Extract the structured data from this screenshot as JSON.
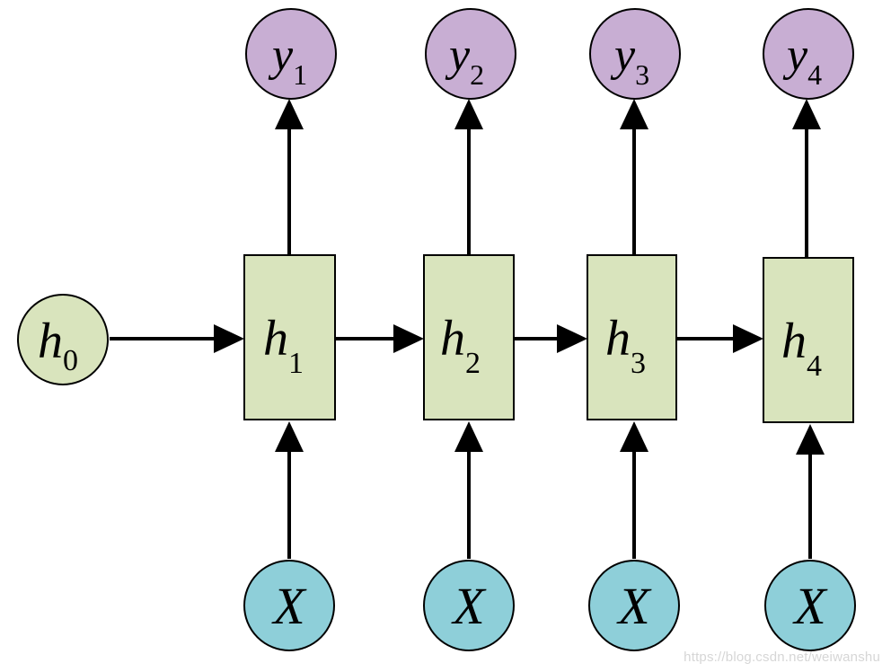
{
  "diagram": {
    "colors": {
      "hidden_fill": "#d9e4bd",
      "output_fill": "#c8aed3",
      "input_fill": "#8ecfd9",
      "initial_fill": "#d9e4bd",
      "stroke": "#000000"
    },
    "initial_state": {
      "symbol": "h",
      "sub": "0"
    },
    "hidden": [
      {
        "symbol": "h",
        "sub": "1"
      },
      {
        "symbol": "h",
        "sub": "2"
      },
      {
        "symbol": "h",
        "sub": "3"
      },
      {
        "symbol": "h",
        "sub": "4"
      }
    ],
    "outputs": [
      {
        "symbol": "y",
        "sub": "1"
      },
      {
        "symbol": "y",
        "sub": "2"
      },
      {
        "symbol": "y",
        "sub": "3"
      },
      {
        "symbol": "y",
        "sub": "4"
      }
    ],
    "inputs": [
      {
        "symbol": "X"
      },
      {
        "symbol": "X"
      },
      {
        "symbol": "X"
      },
      {
        "symbol": "X"
      }
    ]
  },
  "watermark": "https://blog.csdn.net/weiwanshu"
}
